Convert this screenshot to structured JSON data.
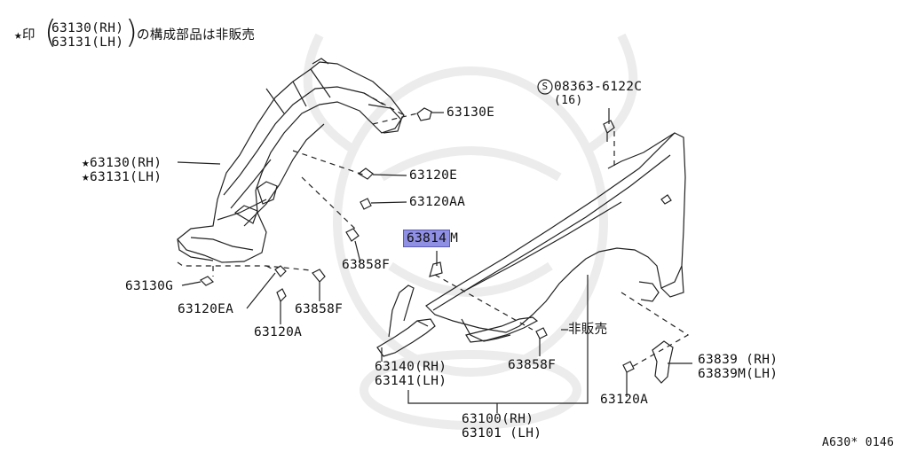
{
  "note": {
    "prefix": "★印",
    "line1": "63130(RH)",
    "line2": "63131(LH)",
    "suffix": "の構成部品は非販売"
  },
  "labels": {
    "star_rh": "★63130(RH)",
    "star_lh": "★63131(LH)",
    "p63130E": "63130E",
    "p63120E": "63120E",
    "p63120AA": "63120AA",
    "screw_code": "08363-6122C",
    "screw_qty": "(16)",
    "screw_symbol": "S",
    "p63814M_hl": "63814",
    "p63814M_tail": "M",
    "p63858F_a": "63858F",
    "p63858F_b": "63858F",
    "p63858F_c": "63858F",
    "p63130G": "63130G",
    "p63120EA": "63120EA",
    "p63120A_a": "63120A",
    "p63120A_b": "63120A",
    "p63140": "63140(RH)",
    "p63141": "63141(LH)",
    "not_sold": "非販売",
    "p63839": "63839 (RH)",
    "p63839M": "63839M(LH)",
    "p63100": "63100(RH)",
    "p63101": "63101 (LH)",
    "figure_code": "A630* 0146"
  },
  "colors": {
    "highlight": "#8f8fe3",
    "line": "#222222",
    "watermark": "#ececec"
  }
}
